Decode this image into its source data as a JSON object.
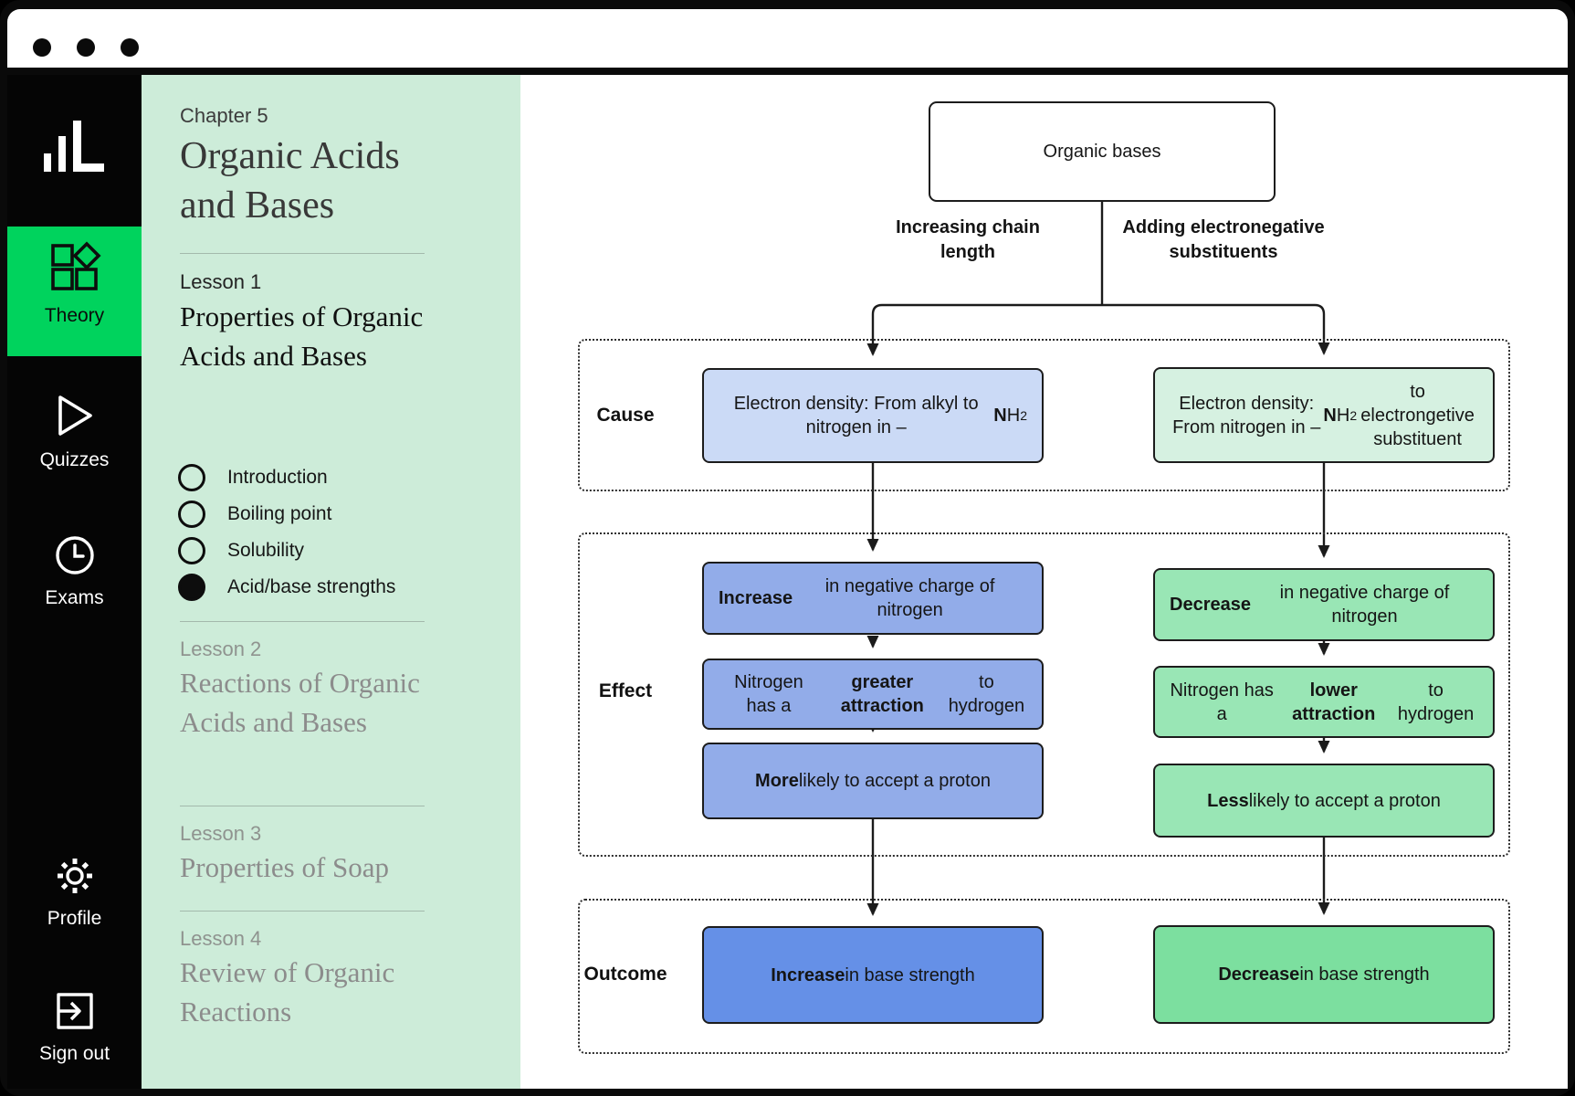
{
  "titlebar": {
    "window_dots": [
      "dot",
      "dot",
      "dot"
    ]
  },
  "sidebar": {
    "logo_icon": "bar-chart-logo",
    "items": [
      {
        "label": "Theory",
        "icon": "theory-grid-icon",
        "active": true
      },
      {
        "label": "Quizzes",
        "icon": "play-icon"
      },
      {
        "label": "Exams",
        "icon": "clock-icon"
      },
      {
        "label": "Profile",
        "icon": "gear-icon"
      },
      {
        "label": "Sign out",
        "icon": "sign-out-icon"
      }
    ]
  },
  "lesson_panel": {
    "chapter_label": "Chapter 5",
    "chapter_title": "Organic Acids and Bases",
    "lessons": [
      {
        "label": "Lesson 1",
        "title": "Properties of Organic Acids and Bases",
        "active": true,
        "sections": [
          {
            "name": "Introduction",
            "state": "empty"
          },
          {
            "name": "Boiling point",
            "state": "empty"
          },
          {
            "name": "Solubility",
            "state": "empty"
          },
          {
            "name": "Acid/base strengths",
            "state": "filled"
          }
        ]
      },
      {
        "label": "Lesson 2",
        "title": "Reactions of Organic Acids and Bases"
      },
      {
        "label": "Lesson 3",
        "title": "Properties of Soap"
      },
      {
        "label": "Lesson 4",
        "title": "Review of Organic Reactions"
      }
    ]
  },
  "diagram": {
    "root": "Organic bases",
    "branch_left_label": "Increasing chain length",
    "branch_right_label": "Adding electronegative substituents",
    "row_labels": [
      "Cause",
      "Effect",
      "Outcome"
    ],
    "left": {
      "cause": "Electron density: From alkyl to nitrogen in –**N**H~2~",
      "effects": [
        "**Increase** in negative charge of nitrogen",
        "Nitrogen has a **greater attraction** to hydrogen",
        "**More** likely to accept a proton"
      ],
      "outcome": "**Increase** in base strength"
    },
    "right": {
      "cause": "Electron density: From nitrogen in –**N**H~2~ to electrongetive substituent",
      "effects": [
        "**Decrease** in negative charge of nitrogen",
        "Nitrogen has a **lower attraction** to hydrogen",
        "**Less** likely to accept a proton"
      ],
      "outcome": "**Decrease** in base strength"
    },
    "colors": {
      "blue_light": "#cbdaf6",
      "blue_mid": "#92ace9",
      "blue_dark": "#6590e7",
      "green_light": "#d6f1e1",
      "green_mid": "#99e6b5",
      "green_dark": "#7cdf9f",
      "accent_green": "#00d35d",
      "panel_green": "#cdecd9"
    }
  }
}
